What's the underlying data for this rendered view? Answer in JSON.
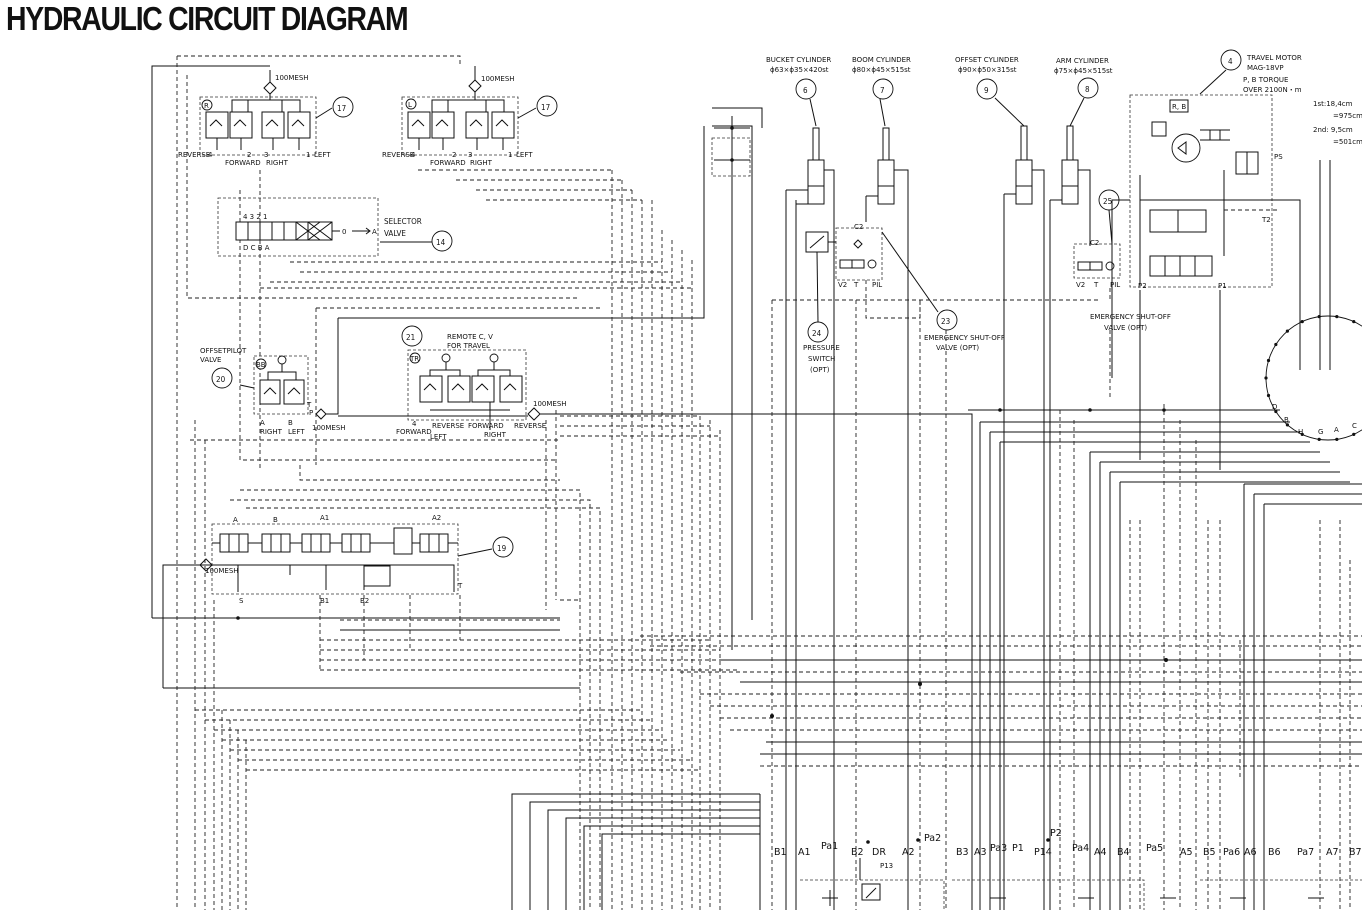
{
  "title": "HYDRAULIC CIRCUIT DIAGRAM",
  "callouts": [
    {
      "id": "c17a",
      "number": "17"
    },
    {
      "id": "c17b",
      "number": "17"
    },
    {
      "id": "c14",
      "number": "14"
    },
    {
      "id": "c20",
      "number": "20"
    },
    {
      "id": "c21",
      "number": "21"
    },
    {
      "id": "c19",
      "number": "19"
    },
    {
      "id": "c6",
      "number": "6"
    },
    {
      "id": "c7",
      "number": "7"
    },
    {
      "id": "c9",
      "number": "9"
    },
    {
      "id": "c8",
      "number": "8"
    },
    {
      "id": "c4",
      "number": "4"
    },
    {
      "id": "c25",
      "number": "25"
    },
    {
      "id": "c24",
      "number": "24"
    },
    {
      "id": "c23",
      "number": "23"
    }
  ],
  "cylinders": {
    "bucket": {
      "name": "BUCKET CYLINDER",
      "spec": "ϕ63×ϕ35×420st"
    },
    "boom": {
      "name": "BOOM CYLINDER",
      "spec": "ϕ80×ϕ45×515st"
    },
    "offset": {
      "name": "OFFSET CYLINDER",
      "spec": "ϕ90×ϕ50×315st"
    },
    "arm": {
      "name": "ARM CYLINDER",
      "spec": "ϕ75×ϕ45×515st"
    }
  },
  "travel_motor": {
    "title": "TRAVEL MOTOR",
    "model": "MAG-18VP",
    "torque_1": "P, B TORQUE",
    "torque_2": "OVER 2100N・m",
    "speed_1": "1st:18,4cm",
    "speed_1b": "=975cm",
    "speed_2": "2nd: 9,5cm",
    "speed_2b": "=501cm",
    "port_ps": "PS",
    "port_t2": "T2",
    "port_p2": "P2",
    "port_p1": "P1",
    "port_rb": "R, B"
  },
  "valves": {
    "selector": {
      "line1": "SELECTOR",
      "line2": "VALVE",
      "ports_top": "4 3 2 1",
      "ports_bottom": "D C B A",
      "o_label": "0",
      "a_label": "A"
    },
    "offset_pilot": {
      "line1": "OFFSETPILOT",
      "line2": "VALVE",
      "right": "RIGHT",
      "left": "LEFT",
      "a": "A",
      "b": "B",
      "p": "P",
      "t": "T"
    },
    "remote": {
      "line1": "REMOTE C, V",
      "line2": "FOR TRAVEL"
    },
    "emergency_23": {
      "line1": "EMERGENCY SHUT-OFF",
      "line2": "VALVE (OPT)"
    },
    "emergency_25": {
      "line1": "EMERGENCY SHUT-OFF",
      "line2": "VALVE (OPT)"
    },
    "pressure_switch": {
      "line1": "PRESSURE",
      "line2": "SWITCH",
      "line3": "(OPT)"
    }
  },
  "labels": {
    "mesh": "100MESH",
    "reverse": "REVERSE",
    "forward": "FORWARD",
    "right": "RIGHT",
    "left": "LEFT",
    "n4": "4",
    "n3": "3",
    "n2": "2",
    "n1": "1",
    "badge_r": "R",
    "badge_l": "L",
    "badge_bb": "BB",
    "badge_tr": "TR",
    "c2": "C2",
    "v2": "V2",
    "t": "T",
    "pil": "PIL",
    "a": "A",
    "b": "B",
    "a1": "A1",
    "a2": "A2",
    "b1": "B1",
    "b2": "B2",
    "s": "S",
    "d": "D",
    "h": "H",
    "g": "G",
    "c": "C"
  },
  "ports": [
    "B1",
    "A1",
    "Pa1",
    "B2",
    "DR",
    "A2",
    "Pa2",
    "B3",
    "A3",
    "Pa3",
    "P1",
    "P14",
    "P2",
    "Pa4",
    "A4",
    "B4",
    "Pa5",
    "A5",
    "B5",
    "Pa6",
    "A6",
    "B6",
    "Pa7",
    "A7",
    "B7"
  ],
  "p13": "P13",
  "colors": {
    "line": "#111111",
    "background": "#ffffff"
  }
}
